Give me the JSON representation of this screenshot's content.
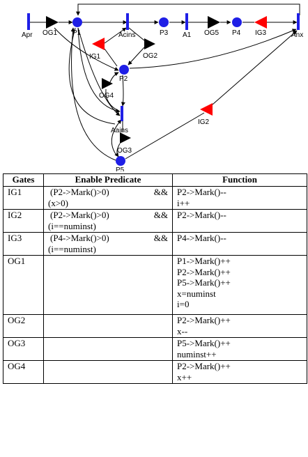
{
  "diagram": {
    "labels": {
      "apr": "Apr",
      "og1": "OG1",
      "p1": "P1",
      "acins": "Acins",
      "p3": "P3",
      "a1": "A1",
      "og5": "OG5",
      "p4": "P4",
      "ig3": "IG3",
      "anx": "Anx",
      "ig1": "IG1",
      "og2": "OG2",
      "p2": "P2",
      "og4": "OG4",
      "aains": "Aains",
      "og3": "OG3",
      "p5": "P5",
      "ig2": "IG2"
    },
    "colors": {
      "place": "#1f1fe6",
      "activity": "#1f1fe6",
      "input_gate": "#ff0000",
      "output_gate": "#000000",
      "arc": "#000000"
    }
  },
  "table": {
    "headers": [
      "Gates",
      "Enable Predicate",
      "Function"
    ],
    "rows": [
      {
        "gate": "IG1",
        "predicate": [
          "(P2->Mark()>0)",
          "&&",
          "(x>0)"
        ],
        "function": [
          "P2->Mark()--",
          "i++"
        ]
      },
      {
        "gate": "IG2",
        "predicate": [
          "(P2->Mark()>0)",
          "&&",
          "(i==numinst)"
        ],
        "function": [
          "P2->Mark()--"
        ]
      },
      {
        "gate": "IG3",
        "predicate": [
          "(P4->Mark()>0)",
          "&&",
          "(i==numinst)"
        ],
        "function": [
          "P4->Mark()--"
        ]
      },
      {
        "gate": "OG1",
        "predicate": [],
        "function": [
          "P1->Mark()++",
          "P2->Mark()++",
          "P5->Mark()++",
          "x=numinst",
          "i=0"
        ]
      },
      {
        "gate": "OG2",
        "predicate": [],
        "function": [
          "P2->Mark()++",
          "x--"
        ]
      },
      {
        "gate": "OG3",
        "predicate": [],
        "function": [
          "P5->Mark()++",
          "numinst++"
        ]
      },
      {
        "gate": "OG4",
        "predicate": [],
        "function": [
          "P2->Mark()++",
          "x++"
        ]
      }
    ]
  }
}
